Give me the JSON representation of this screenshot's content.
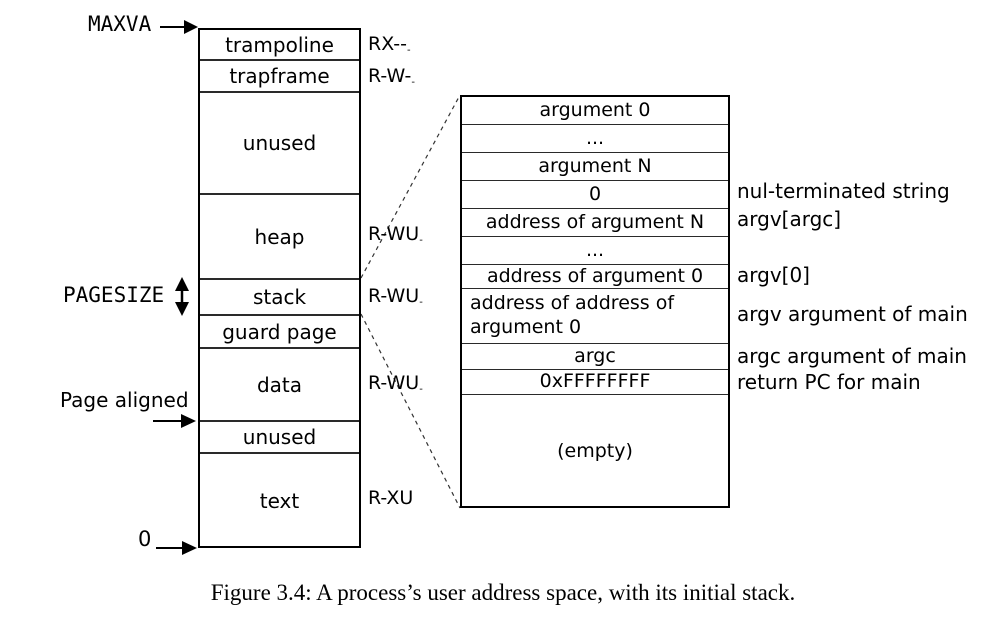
{
  "figure": {
    "caption": "Figure 3.4: A process’s user address space, with its initial stack."
  },
  "address_space": {
    "labels": {
      "maxva": "MAXVA",
      "pagesize": "PAGESIZE",
      "page_aligned": "Page aligned",
      "zero": "0"
    },
    "segments": [
      {
        "name": "trampoline",
        "perm": "RX--",
        "perm_sub": "-"
      },
      {
        "name": "trapframe",
        "perm": "R-W-",
        "perm_sub": "-"
      },
      {
        "name": "unused",
        "perm": "",
        "perm_sub": ""
      },
      {
        "name": "heap",
        "perm": "R-WU",
        "perm_sub": "-"
      },
      {
        "name": "stack",
        "perm": "R-WU",
        "perm_sub": "-"
      },
      {
        "name": "guard page",
        "perm": "",
        "perm_sub": ""
      },
      {
        "name": "data",
        "perm": "R-WU",
        "perm_sub": "-"
      },
      {
        "name": "unused",
        "perm": "",
        "perm_sub": ""
      },
      {
        "name": "text",
        "perm": "R-XU",
        "perm_sub": ""
      }
    ]
  },
  "stack_detail": {
    "rows": [
      {
        "value": "argument 0",
        "annotation": ""
      },
      {
        "value": "...",
        "annotation": ""
      },
      {
        "value": "argument N",
        "annotation": ""
      },
      {
        "value": "0",
        "annotation": "nul-terminated string"
      },
      {
        "value": "address of argument N",
        "annotation": "argv[argc]"
      },
      {
        "value": "...",
        "annotation": ""
      },
      {
        "value": "address of argument 0",
        "annotation": "argv[0]"
      },
      {
        "value": "address of address of argument 0",
        "annotation": "argv argument of main"
      },
      {
        "value": "argc",
        "annotation": "argc argument of main"
      },
      {
        "value": "0xFFFFFFFF",
        "annotation": "return PC for main"
      },
      {
        "value": "(empty)",
        "annotation": ""
      }
    ]
  }
}
